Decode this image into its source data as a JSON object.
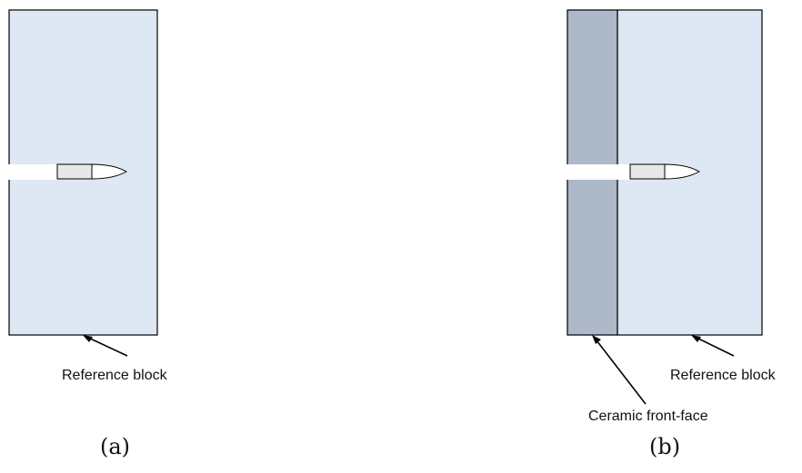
{
  "panels": [
    {
      "caption": "(a)",
      "labels": {
        "reference_block": "Reference block"
      }
    },
    {
      "caption": "(b)",
      "labels": {
        "reference_block": "Reference block",
        "ceramic": "Ceramic front-face"
      }
    }
  ],
  "colors": {
    "reference_block_fill": "#dde8f4",
    "ceramic_fill": "#adb8c8",
    "projectile_fill": "#e8e8e8",
    "outline": "#000000",
    "cavity": "#ffffff"
  }
}
